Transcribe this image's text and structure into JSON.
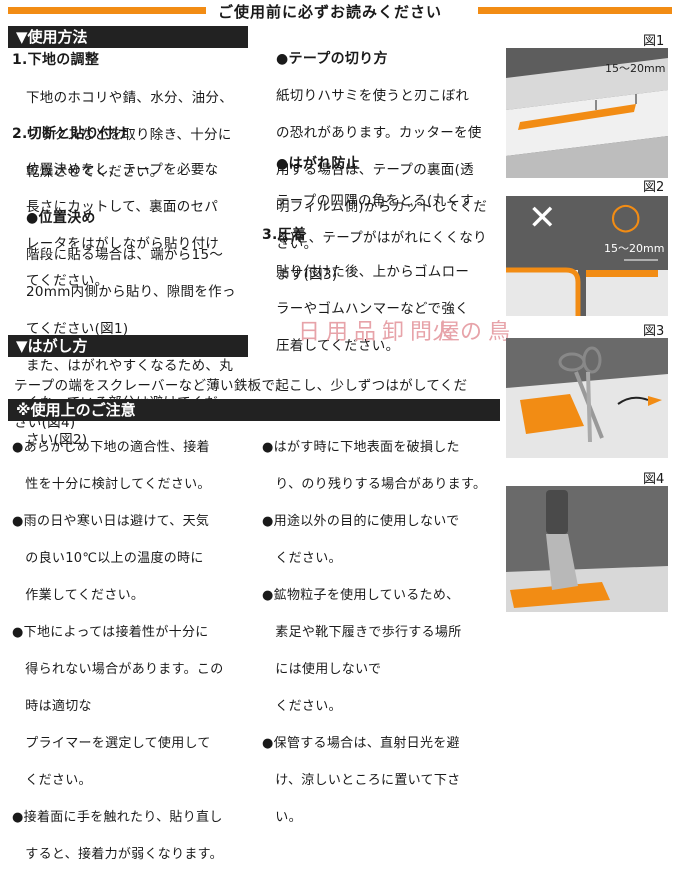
{
  "header": {
    "title": "ご使用前に必ずお読みください"
  },
  "sections": {
    "usage": {
      "title": "▼使用方法",
      "s1_heading": "1.下地の調整",
      "s1_body": [
        "下地のホコリや錆、水分、油分、",
        "ワックスなどを取り除き、十分に",
        "乾燥させてください。"
      ],
      "s2_heading": "2.切断と貼り付け",
      "s2_body": [
        "位置決めをし、テープを必要な",
        "長さにカットして、裏面のセパ",
        "レータをはがしながら貼り付け",
        "てください。"
      ],
      "position_heading": "●位置決め",
      "position_body": [
        "階段に貼る場合は、端から15〜",
        "20mm内側から貼り、隙間を作っ",
        "てください(図1)",
        "また、はがれやすくなるため、丸",
        "くなっている部分は避けてくだ",
        "さい(図2)"
      ],
      "cut_heading": "●テープの切り方",
      "cut_body": [
        "紙切りハサミを使うと刃こぼれ",
        "の恐れがあります。カッターを使",
        "用する場合は、テープの裏面(透",
        "明フィルム側)からカットしてくだ",
        "さい。"
      ],
      "prevent_heading": "●はがれ防止",
      "prevent_body": [
        "テープの四隅の角をとる(丸くす",
        "る)と、テープがはがれにくくなり",
        "ます(図3)"
      ],
      "s3_heading": "3.圧着",
      "s3_body": [
        "貼り付けた後、上からゴムロー",
        "ラーやゴムハンマーなどで強く",
        "圧着してください。"
      ]
    },
    "remove": {
      "title": "▼はがし方",
      "body": [
        "テープの端をスクレーバーなど薄い鉄板で起こし、少しずつはがしてくだ",
        "さい(図4)"
      ]
    },
    "cautions": {
      "title": "※使用上のご注意",
      "left": [
        "●あらかじめ下地の適合性、接着",
        "   性を十分に検討してください。",
        "●雨の日や寒い日は避けて、天気",
        "   の良い10℃以上の温度の時に",
        "   作業してください。",
        "●下地によっては接着性が十分に",
        "   得られない場合があります。この",
        "   時は適切な",
        "   プライマーを選定して使用して",
        "   ください。",
        "●接着面に手を触れたり、貼り直し",
        "   すると、接着力が弱くなります。"
      ],
      "right": [
        "●はがす時に下地表面を破損した",
        "   り、のり残りする場合があります。",
        "●用途以外の目的に使用しないで",
        "   ください。",
        "●鉱物粒子を使用しているため、",
        "   素足や靴下履きで歩行する場所",
        "   には使用しないで",
        "   ください。",
        "●保管する場合は、直射日光を避",
        "   け、涼しいところに置いて下さ",
        "   い。"
      ]
    }
  },
  "figures": {
    "fig1": {
      "label": "図1",
      "dimension": "15〜20mm"
    },
    "fig2": {
      "label": "図2",
      "dimension": "15〜20mm",
      "ng_symbol": "✕",
      "ok_symbol": "○"
    },
    "fig3": {
      "label": "図3"
    },
    "fig4": {
      "label": "図4"
    }
  },
  "watermark": {
    "left": "日用品卸問屋",
    "right": "火の鳥"
  },
  "colors": {
    "accent": "#f28c14",
    "bar": "#222222",
    "figure_dark": "#5d5d5d",
    "figure_light": "#e4e4e4"
  }
}
